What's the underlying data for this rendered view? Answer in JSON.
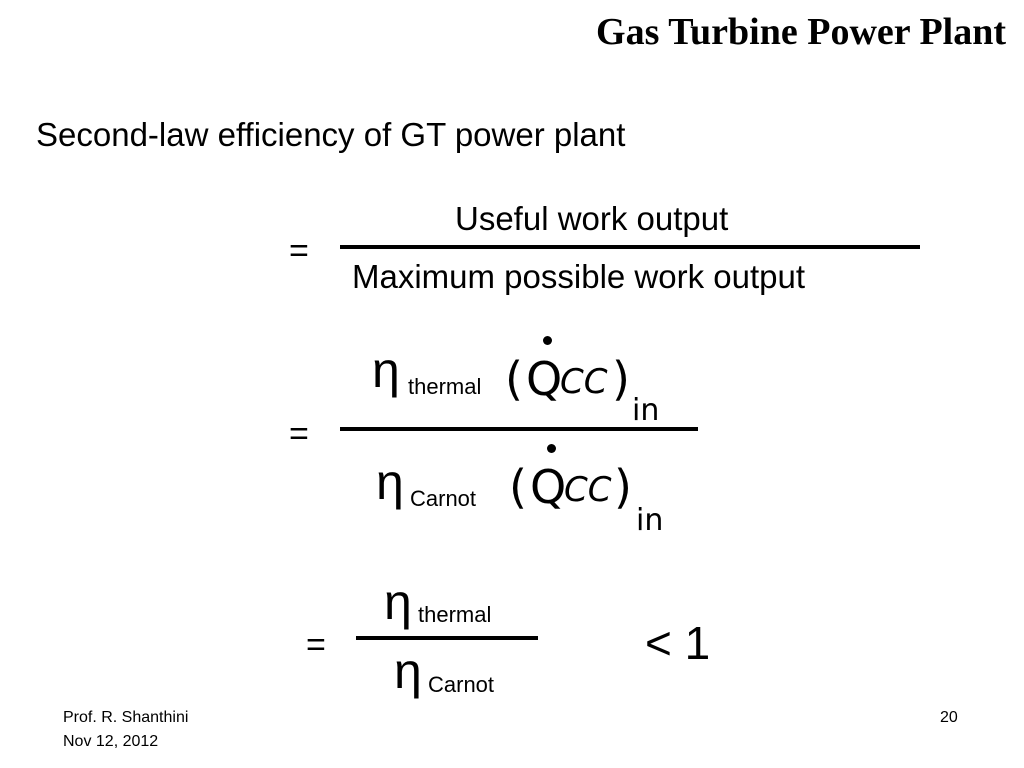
{
  "slide": {
    "title": "Gas Turbine Power Plant",
    "subtitle": "Second-law efficiency of GT power plant",
    "equals": "=",
    "eq1": {
      "numerator": "Useful work output",
      "denominator": "Maximum possible work output"
    },
    "eq2": {
      "eta": "η",
      "num_sub": "thermal",
      "den_sub": "Carnot",
      "open_paren": "(",
      "q": "Q",
      "cc": "CC",
      "close_paren": ")",
      "in": "in"
    },
    "eq3": {
      "eta": "η",
      "num_sub": "thermal",
      "den_sub": "Carnot",
      "comparison": "< 1"
    },
    "footer": {
      "author": "Prof. R. Shanthini",
      "date": "Nov 12, 2012",
      "page_number": "20"
    }
  }
}
